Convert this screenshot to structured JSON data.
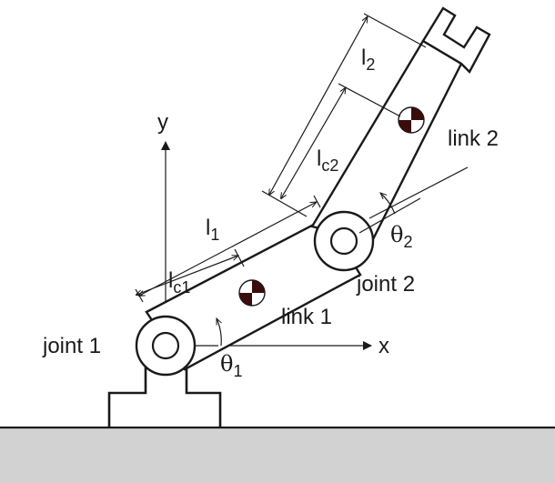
{
  "labels": {
    "y_axis": "y",
    "x_axis": "x",
    "joint1": "joint 1",
    "joint2": "joint 2",
    "link1": "link 1",
    "link2": "link 2",
    "l1": "l",
    "l1_sub": "1",
    "l2": "l",
    "l2_sub": "2",
    "lc1": "l",
    "lc1_sub": "c1",
    "lc2": "l",
    "lc2_sub": "c2",
    "theta1": "θ",
    "theta1_sub": "1",
    "theta2": "θ",
    "theta2_sub": "2"
  },
  "colors": {
    "ground": "#d2d2d2",
    "stroke": "#1a1a1a",
    "com_dark": "#3a0d0d",
    "com_light": "#ffffff"
  }
}
